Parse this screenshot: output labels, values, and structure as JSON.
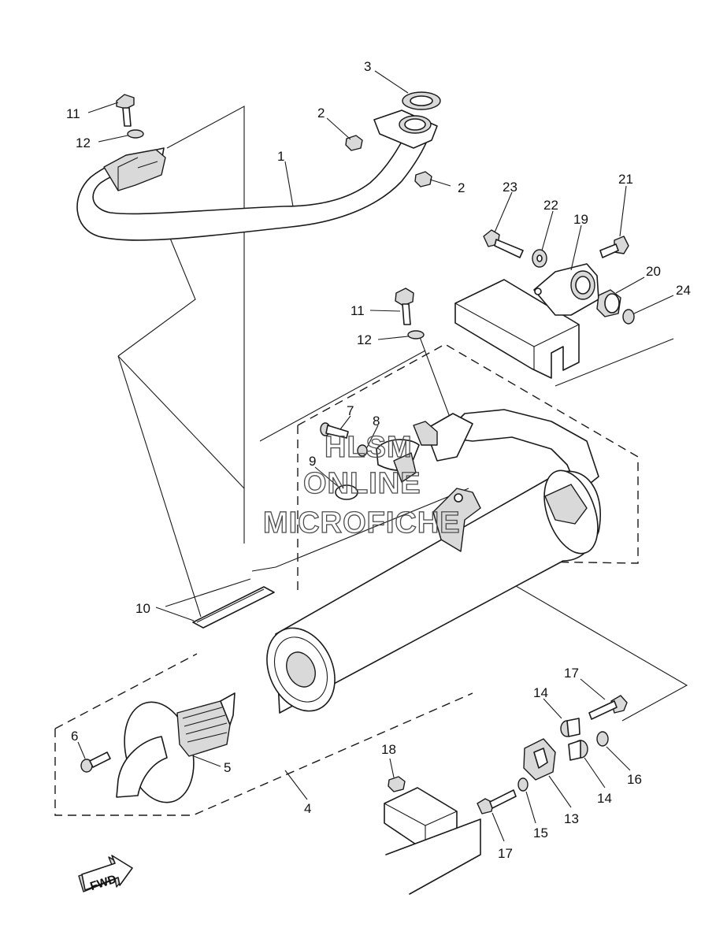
{
  "diagram": {
    "watermark": {
      "line1": "HLSM",
      "line2": "ONLINE",
      "line3": "MICROFICHE"
    },
    "direction_arrow": "FWD",
    "callouts": {
      "c1": "1",
      "c2a": "2",
      "c2b": "2",
      "c3": "3",
      "c4": "4",
      "c5": "5",
      "c6": "6",
      "c7": "7",
      "c8": "8",
      "c9": "9",
      "c10": "10",
      "c11a": "11",
      "c11b": "11",
      "c12a": "12",
      "c12b": "12",
      "c13": "13",
      "c14a": "14",
      "c14b": "14",
      "c15": "15",
      "c16": "16",
      "c17a": "17",
      "c17b": "17",
      "c18": "18",
      "c19": "19",
      "c20": "20",
      "c21": "21",
      "c22": "22",
      "c23": "23",
      "c24": "24"
    }
  }
}
